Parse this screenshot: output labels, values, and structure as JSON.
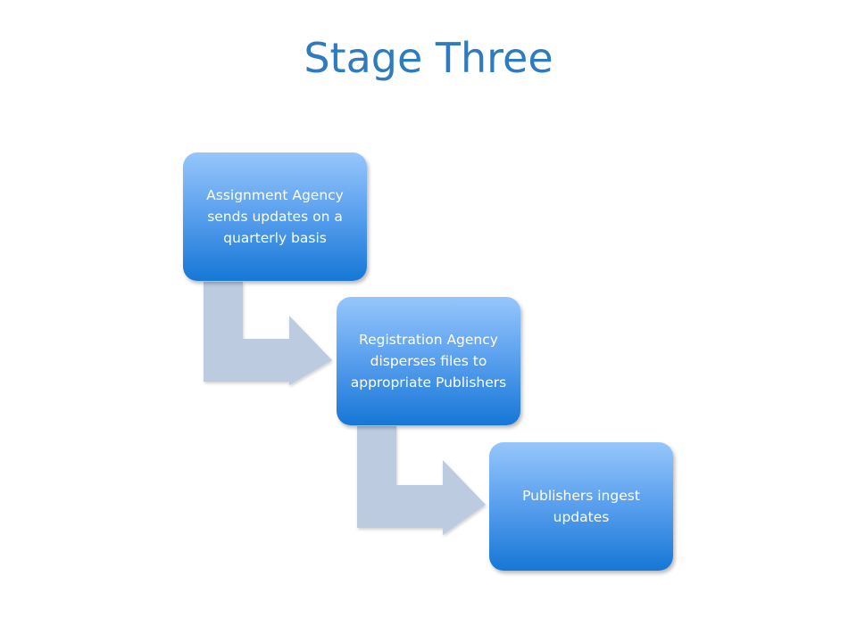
{
  "title": "Stage Three",
  "steps": [
    {
      "label": "Assignment Agency sends updates on a quarterly basis"
    },
    {
      "label": "Registration Agency disperses files to appropriate Publishers"
    },
    {
      "label": "Publishers ingest updates"
    }
  ],
  "colors": {
    "title": "#2e7bbf",
    "box_top": "#96c6fb",
    "box_bottom": "#1677d6",
    "arrow": "#bccbe0"
  }
}
